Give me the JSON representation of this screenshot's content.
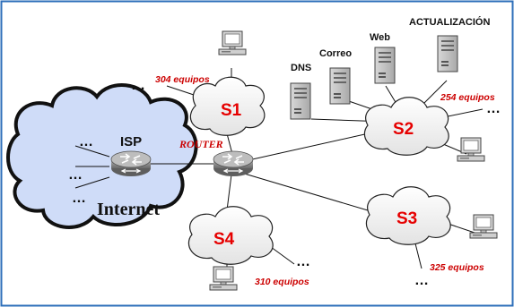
{
  "diagram": {
    "internet_label": "Internet",
    "isp_label": "ISP",
    "router_label": "ROUTER",
    "ellipsis": "…",
    "servers": {
      "dns": "DNS",
      "correo": "Correo",
      "web": "Web",
      "actualizacion": "ACTUALIZACIÓN"
    },
    "subnets": [
      {
        "name": "S1",
        "devices": "304 equipos"
      },
      {
        "name": "S2",
        "devices": "254 equipos"
      },
      {
        "name": "S3",
        "devices": "325 equipos"
      },
      {
        "name": "S4",
        "devices": "310 equipos"
      }
    ]
  },
  "colors": {
    "border": "#2e6fba",
    "internet_cloud": "#cfdcf8",
    "subnet_cloud": "#f3f3f3",
    "subnet_label": "#e60000",
    "device_label": "#cc0000",
    "router_label": "#cc0000",
    "router_body": "#8c8c8c"
  }
}
